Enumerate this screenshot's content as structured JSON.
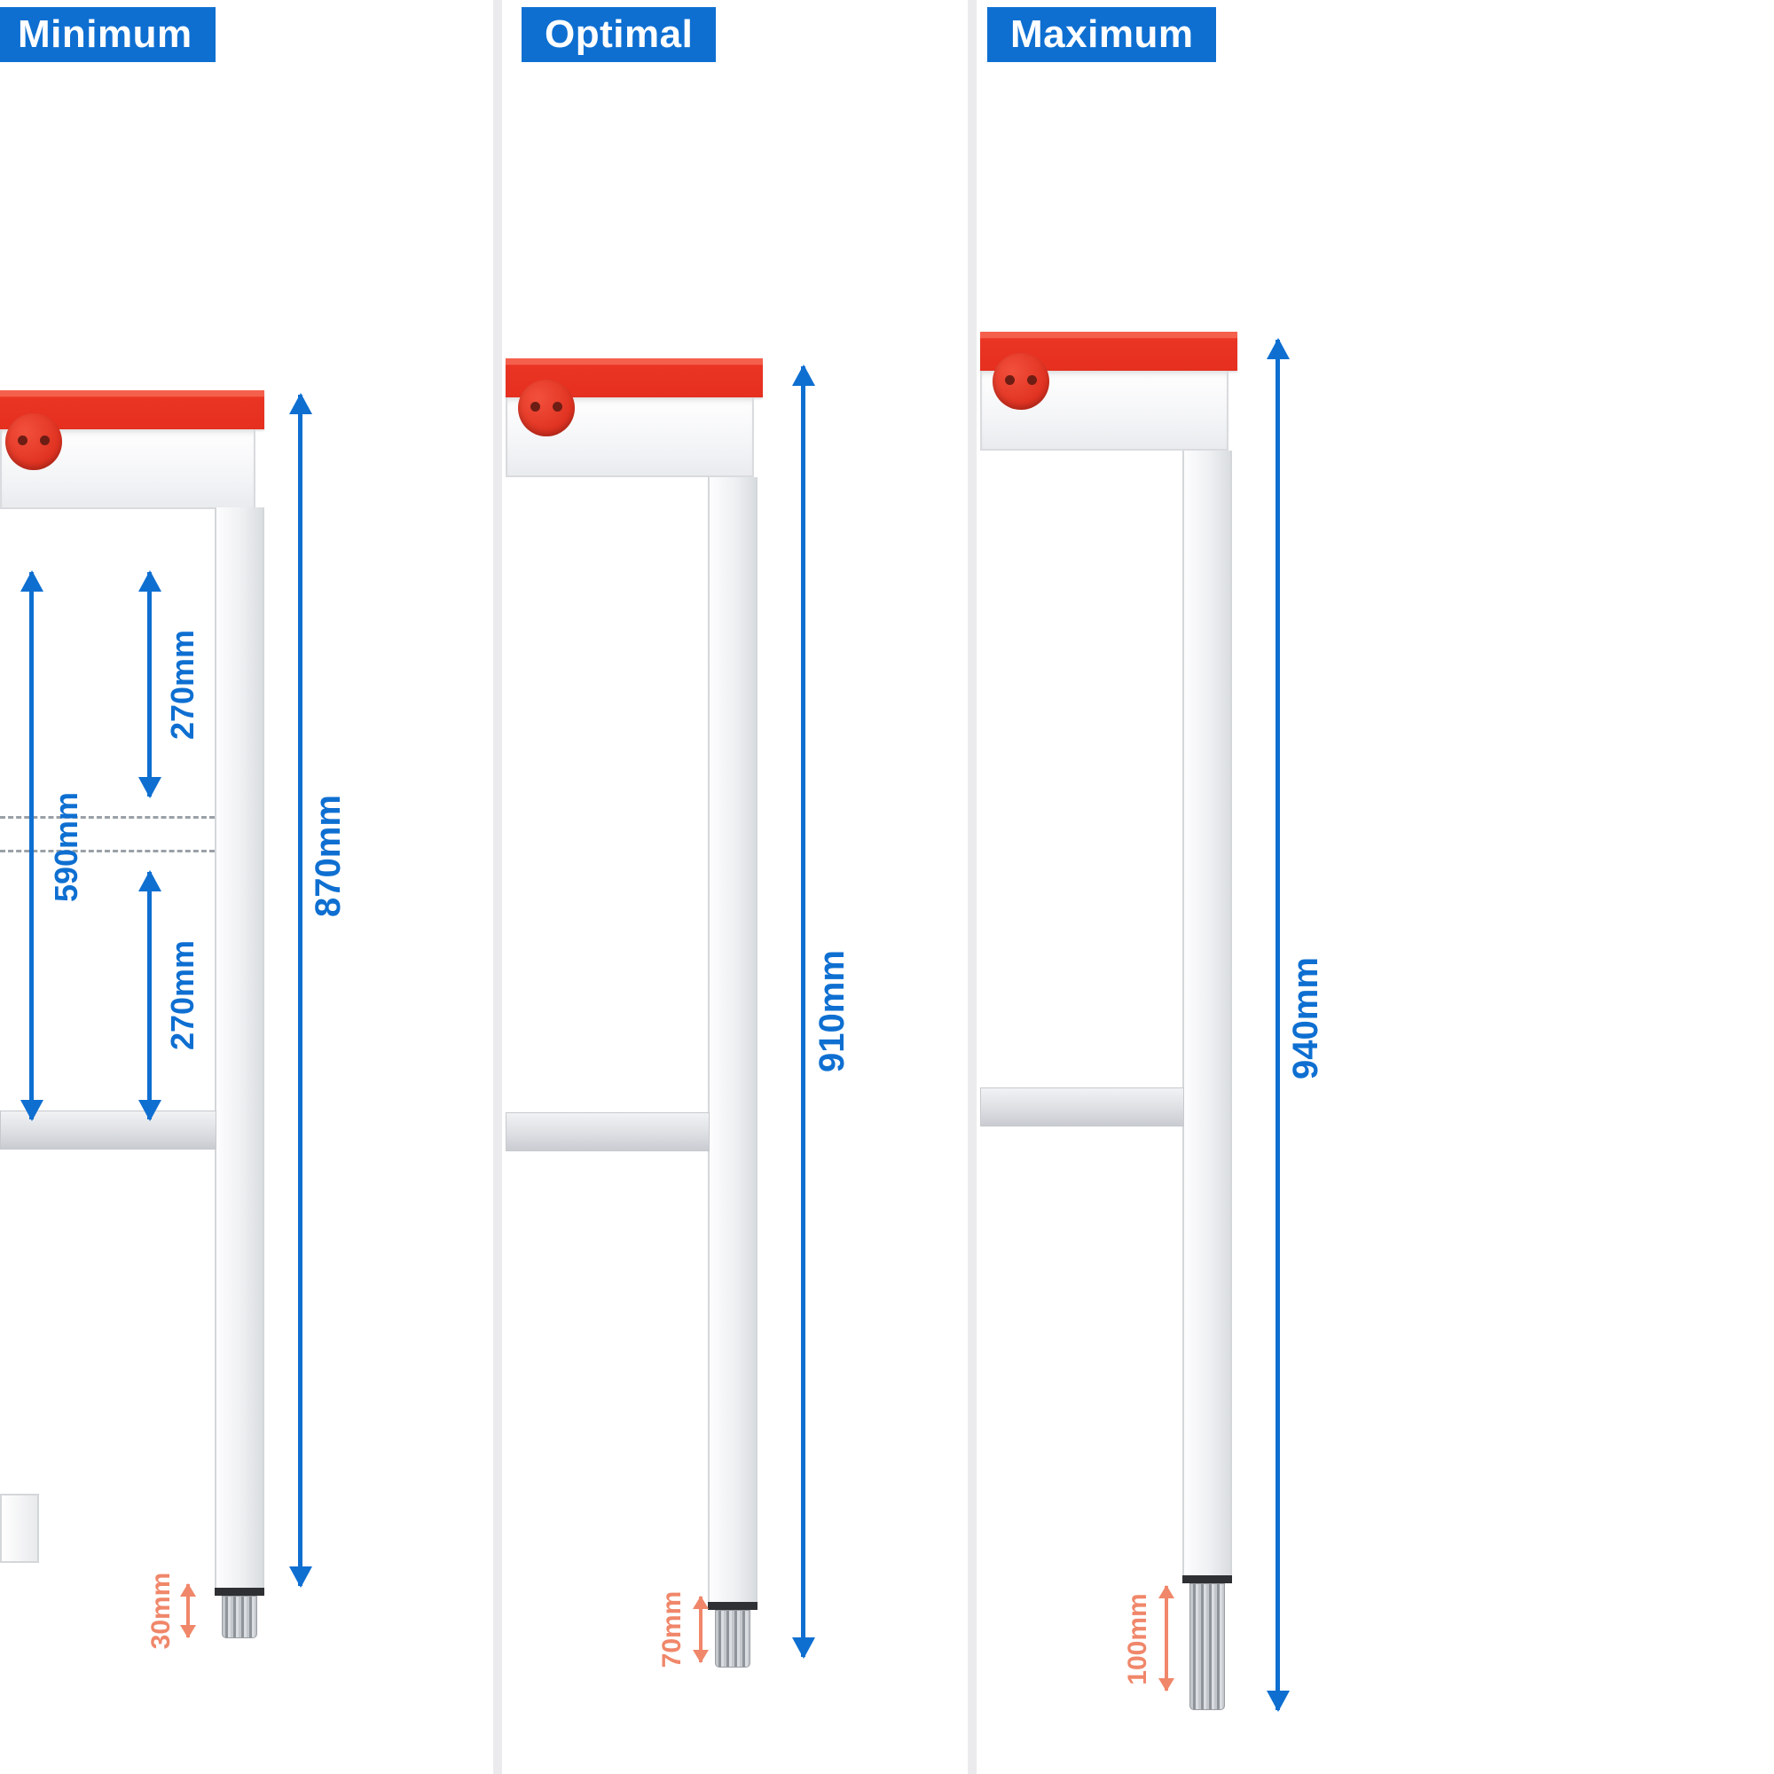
{
  "page": {
    "background": "#ffffff"
  },
  "colors": {
    "accent_blue": "#0e6fd1",
    "accent_red": "#ea3524",
    "accent_orange": "#f0876a",
    "steel_border": "#d4d7da"
  },
  "panels": [
    {
      "label": "Minimum",
      "dims": {
        "total": "870mm",
        "foot": "30mm",
        "upper_gap": "270mm",
        "inner_span": "590mm",
        "lower_gap": "270mm"
      }
    },
    {
      "label": "Optimal",
      "dims": {
        "total": "910mm",
        "foot": "70mm"
      }
    },
    {
      "label": "Maximum",
      "dims": {
        "total": "940mm",
        "foot": "100mm"
      }
    }
  ]
}
